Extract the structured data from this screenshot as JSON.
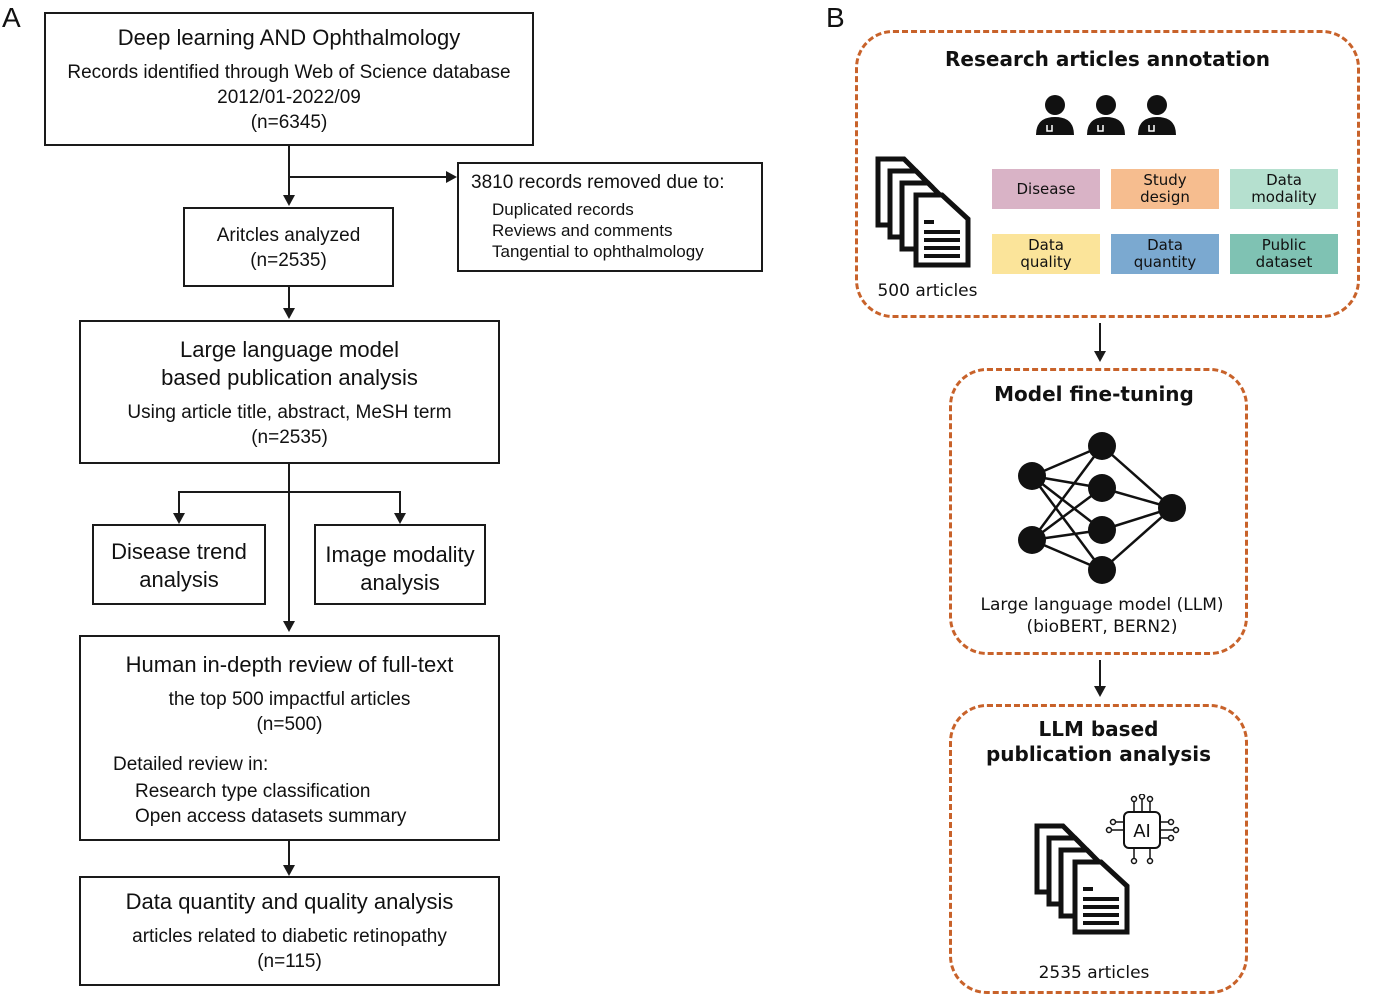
{
  "panel_a": {
    "label": "A",
    "search": {
      "title": "Deep learning AND Ophthalmology",
      "line1": "Records identified through Web of Science database",
      "line2": "2012/01-2022/09",
      "count": "(n=6345)"
    },
    "removed": {
      "title": "3810 records removed due to:",
      "reasons": [
        "Duplicated records",
        "Reviews and comments",
        "Tangential to ophthalmology"
      ]
    },
    "analyzed": {
      "title": "Aritcles analyzed",
      "count": "(n=2535)"
    },
    "llm": {
      "title_line1": "Large language model",
      "title_line2": "based publication analysis",
      "sub": "Using article title, abstract, MeSH term",
      "count": "(n=2535)"
    },
    "disease_trend": {
      "line1": "Disease trend",
      "line2": "analysis"
    },
    "image_modality": {
      "line1": "Image modality",
      "line2": "analysis"
    },
    "human_review": {
      "title": "Human in-depth review of full-text",
      "sub": "the top 500 impactful articles",
      "count": "(n=500)",
      "detail_heading": "Detailed review in:",
      "details": [
        "Research type classification",
        "Open access datasets summary"
      ]
    },
    "data_analysis": {
      "title": "Data quantity and quality analysis",
      "sub": "articles related to diabetic retinopathy",
      "count": "(n=115)"
    }
  },
  "panel_b": {
    "label": "B",
    "annotation": {
      "title": "Research articles annotation",
      "articles_label": "500 articles",
      "tags": [
        {
          "line1": "Disease",
          "line2": "",
          "color": "#d9b3c6"
        },
        {
          "line1": "Study",
          "line2": "design",
          "color": "#f6bd8f"
        },
        {
          "line1": "Data",
          "line2": "modality",
          "color": "#b5e0cf"
        },
        {
          "line1": "Data",
          "line2": "quality",
          "color": "#fbe49a"
        },
        {
          "line1": "Data",
          "line2": "quantity",
          "color": "#7ba9d0"
        },
        {
          "line1": "Public",
          "line2": "dataset",
          "color": "#7fc2b3"
        }
      ]
    },
    "finetune": {
      "title": "Model fine-tuning",
      "line1": "Large language model (LLM)",
      "line2": "(bioBERT, BERN2)"
    },
    "analysis": {
      "title_line1": "LLM based",
      "title_line2": "publication analysis",
      "ai_label": "AI",
      "articles_label": "2535 articles"
    },
    "border_color": "#c8622a"
  }
}
